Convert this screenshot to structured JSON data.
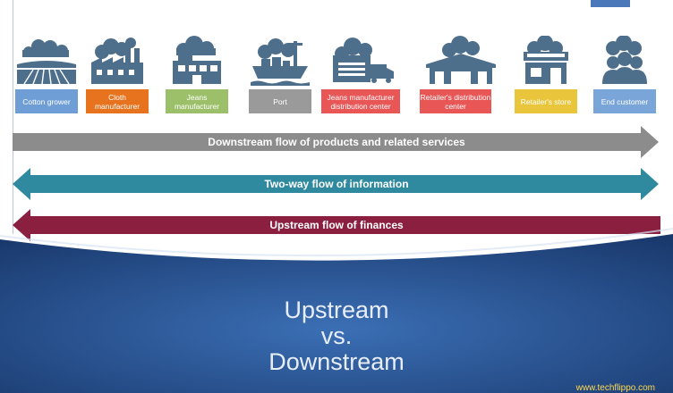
{
  "stages": [
    {
      "label": "Cotton grower",
      "icon": "cotton-field-icon",
      "color": "#6f9ed6"
    },
    {
      "label": "Cloth manufacturer",
      "icon": "factory-icon",
      "color": "#e8731f"
    },
    {
      "label": "Jeans manufacturer",
      "icon": "manufacturing-plant-icon",
      "color": "#9cc06a"
    },
    {
      "label": "Port",
      "icon": "cargo-ship-icon",
      "color": "#9a9a9a"
    },
    {
      "label": "Jeans manufacturer distribution center",
      "icon": "warehouse-truck-icon",
      "color": "#e85656"
    },
    {
      "label": "Retailer's distribution center",
      "icon": "distribution-center-icon",
      "color": "#e85656"
    },
    {
      "label": "Retailer's store",
      "icon": "store-icon",
      "color": "#e8c53a"
    },
    {
      "label": "End customer",
      "icon": "customers-icon",
      "color": "#7aa5d8"
    }
  ],
  "flows": [
    {
      "label": "Downstream flow of products and related services",
      "direction": "right",
      "color": "#8c8c8c"
    },
    {
      "label": "Two-way flow of information",
      "direction": "both",
      "color": "#2f8aa0"
    },
    {
      "label": "Upstream flow of finances",
      "direction": "left",
      "color": "#8a1f3f"
    }
  ],
  "title": {
    "line1": "Upstream",
    "line2": "vs.",
    "line3": "Downstream"
  },
  "footer": {
    "url": "www.techflippo.com"
  },
  "colors": {
    "icon": "#4e6f8c",
    "background": "#1d3f75"
  }
}
